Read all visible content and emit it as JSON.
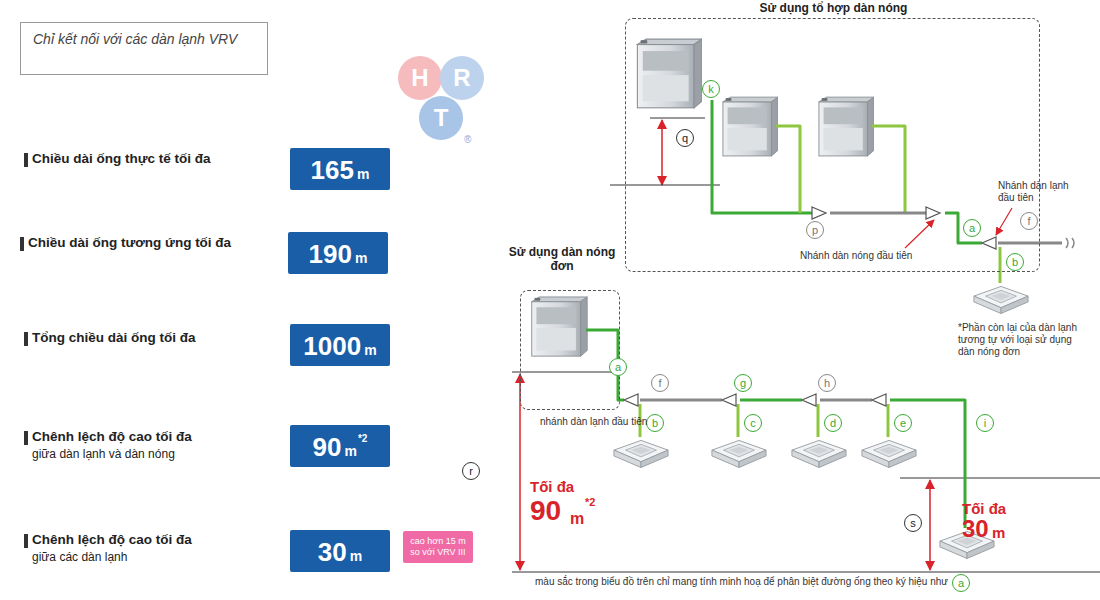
{
  "diagram": {
    "nodes": [
      {
        "text": [
          "Chỉ kết nối với các dàn lạnh VRV"
        ]
      },
      {
        "text": [
          "165",
          "m"
        ]
      },
      {
        "text": [
          "190",
          "m"
        ]
      },
      {
        "text": [
          "1000",
          "m"
        ]
      },
      {
        "text": [
          "90",
          "m",
          "*2"
        ]
      },
      {
        "text": [
          "30",
          "m"
        ]
      },
      {
        "text": [
          "cao hơn 15 m so với VRV III"
        ]
      },
      {
        "text": [
          "Sử dụng tổ hợp dàn nóng"
        ]
      },
      {
        "text": [
          "Sử dụng dàn nóng đơn"
        ]
      }
    ],
    "labels": [
      "Chiều dài ống thực tế tối đa",
      "Chiều dài ống tương ứng tối đa",
      "Tổng chiều dài ống tối đa",
      "Chênh lệch độ cao tối đa",
      "giữa dàn lạnh và dàn nóng",
      "Chênh lệch độ cao tối đa",
      "giữa các dàn lạnh",
      "k",
      "q",
      "p",
      "a",
      "f",
      "b",
      "Nhánh dàn lạnh đầu tiên",
      "Nhánh dàn nóng đầu tiên",
      "*Phần còn lại của dàn lạnh tương tự với loại sử dụng dàn nóng đơn",
      "a",
      "f",
      "g",
      "h",
      "b",
      "c",
      "d",
      "e",
      "i",
      "nhánh dàn lạnh đầu tiên",
      "r",
      "Tối đa",
      "90",
      "m",
      "*2",
      "s",
      "Tối đa",
      "30",
      "m",
      "màu sắc trong biểu đồ trên chỉ mang tính minh hoạ để phân biệt đường ống theo ký hiệu như",
      "a",
      "H",
      "R",
      "T",
      "®"
    ]
  }
}
